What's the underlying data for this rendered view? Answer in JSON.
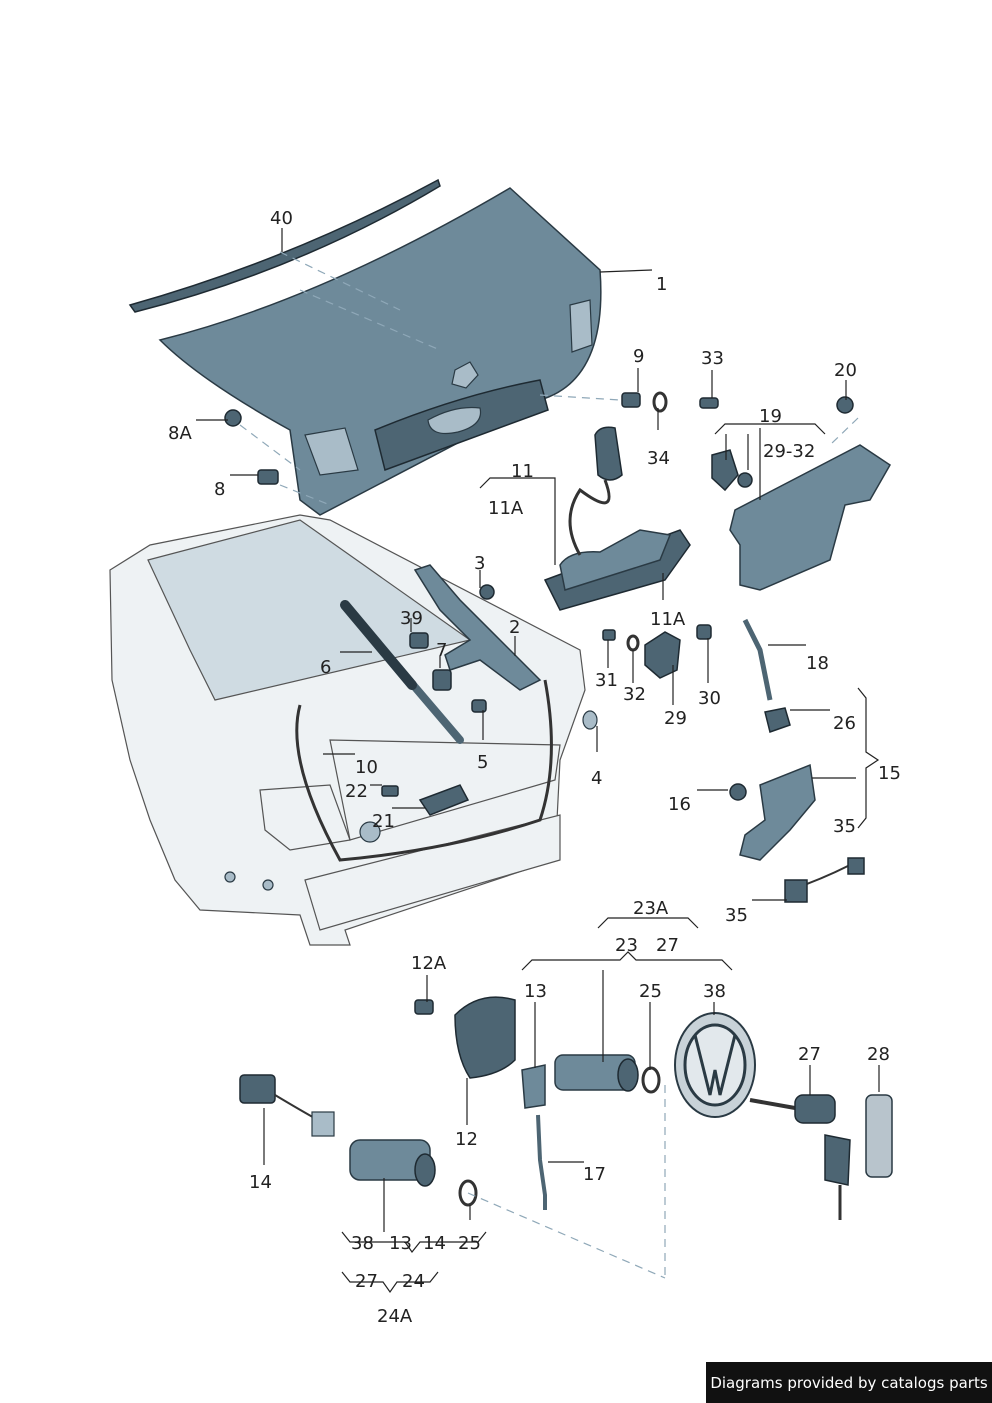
{
  "callouts": [
    {
      "id": "c40",
      "text": "40"
    },
    {
      "id": "c1",
      "text": "1"
    },
    {
      "id": "c9",
      "text": "9"
    },
    {
      "id": "c33",
      "text": "33"
    },
    {
      "id": "c20",
      "text": "20"
    },
    {
      "id": "c8A",
      "text": "8A"
    },
    {
      "id": "c19",
      "text": "19"
    },
    {
      "id": "c2932",
      "text": "29-32"
    },
    {
      "id": "c34",
      "text": "34"
    },
    {
      "id": "c8",
      "text": "8"
    },
    {
      "id": "c11",
      "text": "11"
    },
    {
      "id": "c11A_top",
      "text": "11A"
    },
    {
      "id": "c3",
      "text": "3"
    },
    {
      "id": "c39",
      "text": "39"
    },
    {
      "id": "c2",
      "text": "2"
    },
    {
      "id": "c11A_mid",
      "text": "11A"
    },
    {
      "id": "c7",
      "text": "7"
    },
    {
      "id": "c6",
      "text": "6"
    },
    {
      "id": "c18",
      "text": "18"
    },
    {
      "id": "c31",
      "text": "31"
    },
    {
      "id": "c32",
      "text": "32"
    },
    {
      "id": "c30",
      "text": "30"
    },
    {
      "id": "c29",
      "text": "29"
    },
    {
      "id": "c26",
      "text": "26"
    },
    {
      "id": "c5",
      "text": "5"
    },
    {
      "id": "c10",
      "text": "10"
    },
    {
      "id": "c15",
      "text": "15"
    },
    {
      "id": "c4",
      "text": "4"
    },
    {
      "id": "c22",
      "text": "22"
    },
    {
      "id": "c16",
      "text": "16"
    },
    {
      "id": "c21",
      "text": "21"
    },
    {
      "id": "c35a",
      "text": "35"
    },
    {
      "id": "c35b",
      "text": "35"
    },
    {
      "id": "c23A",
      "text": "23A"
    },
    {
      "id": "c23",
      "text": "23"
    },
    {
      "id": "c27a",
      "text": "27"
    },
    {
      "id": "c12A",
      "text": "12A"
    },
    {
      "id": "c13",
      "text": "13"
    },
    {
      "id": "c25",
      "text": "25"
    },
    {
      "id": "c38",
      "text": "38"
    },
    {
      "id": "c27b",
      "text": "27"
    },
    {
      "id": "c28",
      "text": "28"
    },
    {
      "id": "c12",
      "text": "12"
    },
    {
      "id": "c14",
      "text": "14"
    },
    {
      "id": "c17",
      "text": "17"
    },
    {
      "id": "c38b",
      "text": "38"
    },
    {
      "id": "c13b",
      "text": "13"
    },
    {
      "id": "c14b",
      "text": "14"
    },
    {
      "id": "c25b",
      "text": "25"
    },
    {
      "id": "c27c",
      "text": "27"
    },
    {
      "id": "c24",
      "text": "24"
    },
    {
      "id": "c24A",
      "text": "24A"
    }
  ],
  "footer": {
    "text": "Diagrams provided by catalogs parts"
  }
}
